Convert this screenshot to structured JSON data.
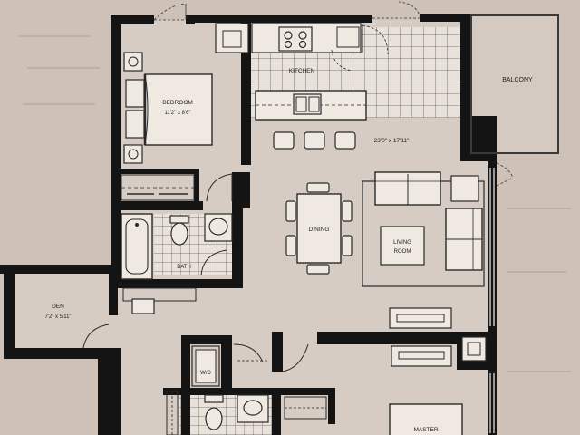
{
  "rooms": {
    "bedroom": {
      "name": "BEDROOM",
      "dims": "11'2\" x 8'6\""
    },
    "kitchen": {
      "name": "KITCHEN"
    },
    "balcony": {
      "name": "BALCONY"
    },
    "great_room": {
      "dims": "23'0\" x 17'11\""
    },
    "dining": {
      "name": "DINING"
    },
    "living": {
      "line1": "LIVING",
      "line2": "ROOM"
    },
    "bath": {
      "name": "BATH"
    },
    "den": {
      "name": "DEN",
      "dims": "7'2\" x 5'11\""
    },
    "wic": {
      "name": "W/D"
    },
    "master": {
      "name": "MASTER"
    }
  },
  "colors": {
    "paper": "#cdc1b8",
    "wall": "#141414",
    "floor": "#d6ccc4",
    "fixture": "#f1ece6",
    "line": "#3a3a3a"
  }
}
